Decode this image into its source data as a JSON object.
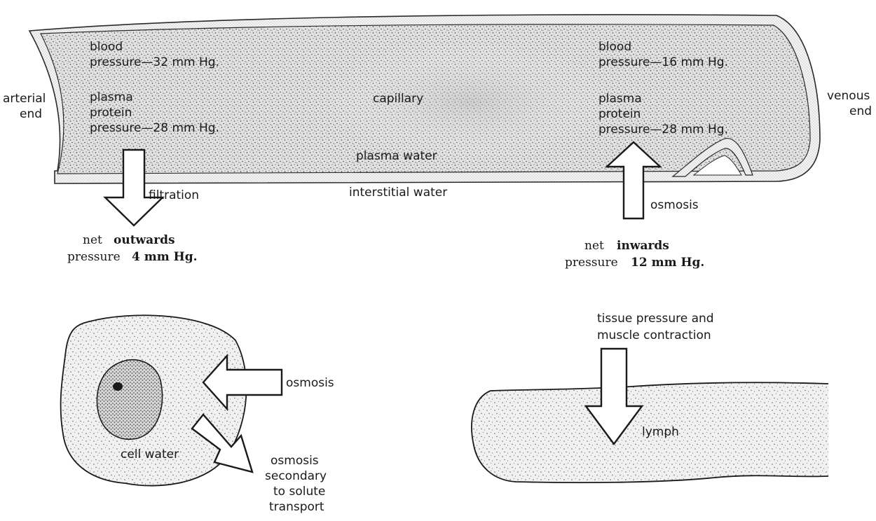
{
  "capillary": {
    "arterial_end_line1": "arterial",
    "arterial_end_line2": "end",
    "venous_end_line1": "venous",
    "venous_end_line2": "end",
    "arterial_blood_line1": "blood",
    "arterial_blood_line2": "pressure—32 mm Hg.",
    "arterial_plasma_line1": "plasma",
    "arterial_plasma_line2": "protein",
    "arterial_plasma_line3": "pressure—28 mm Hg.",
    "venous_blood_line1": "blood",
    "venous_blood_line2": "pressure—16 mm Hg.",
    "venous_plasma_line1": "plasma",
    "venous_plasma_line2": "protein",
    "venous_plasma_line3": "pressure—28 mm Hg.",
    "capillary_label": "capillary",
    "plasma_water_label": "plasma water",
    "interstitial_water_label": "interstitial water",
    "filtration_label": "filtration",
    "osmosis_label": "osmosis",
    "net_outwards_word1": "net",
    "net_outwards_word2": "outwards",
    "net_outwards_pressure_word": "pressure",
    "net_outwards_value": "4 mm Hg.",
    "net_inwards_word1": "net",
    "net_inwards_word2": "inwards",
    "net_inwards_pressure_word": "pressure",
    "net_inwards_value": "12 mm Hg."
  },
  "cell": {
    "cell_water_label": "cell water",
    "osmosis_in_label": "osmosis",
    "osmosis_out_line1": "osmosis",
    "osmosis_out_line2": "secondary",
    "osmosis_out_line3": "to solute",
    "osmosis_out_line4": "transport"
  },
  "lymph": {
    "tissue_line1": "tissue pressure and",
    "tissue_line2": "muscle contraction",
    "lymph_label": "lymph"
  }
}
